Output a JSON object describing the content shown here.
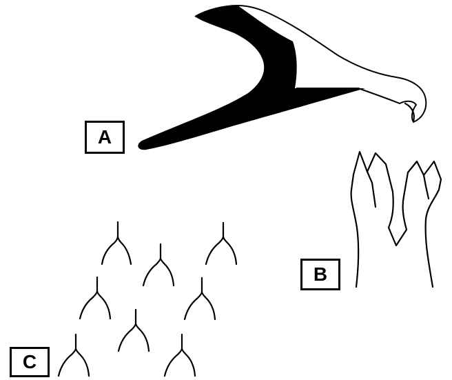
{
  "labels": {
    "a": "A",
    "b": "B",
    "c": "C"
  },
  "colors": {
    "ink": "#000000",
    "background": "#ffffff"
  },
  "icons": {
    "a": "bird-head-beak-shape",
    "b": "forked-hair-pair",
    "c": "forked-spicule-cluster"
  }
}
